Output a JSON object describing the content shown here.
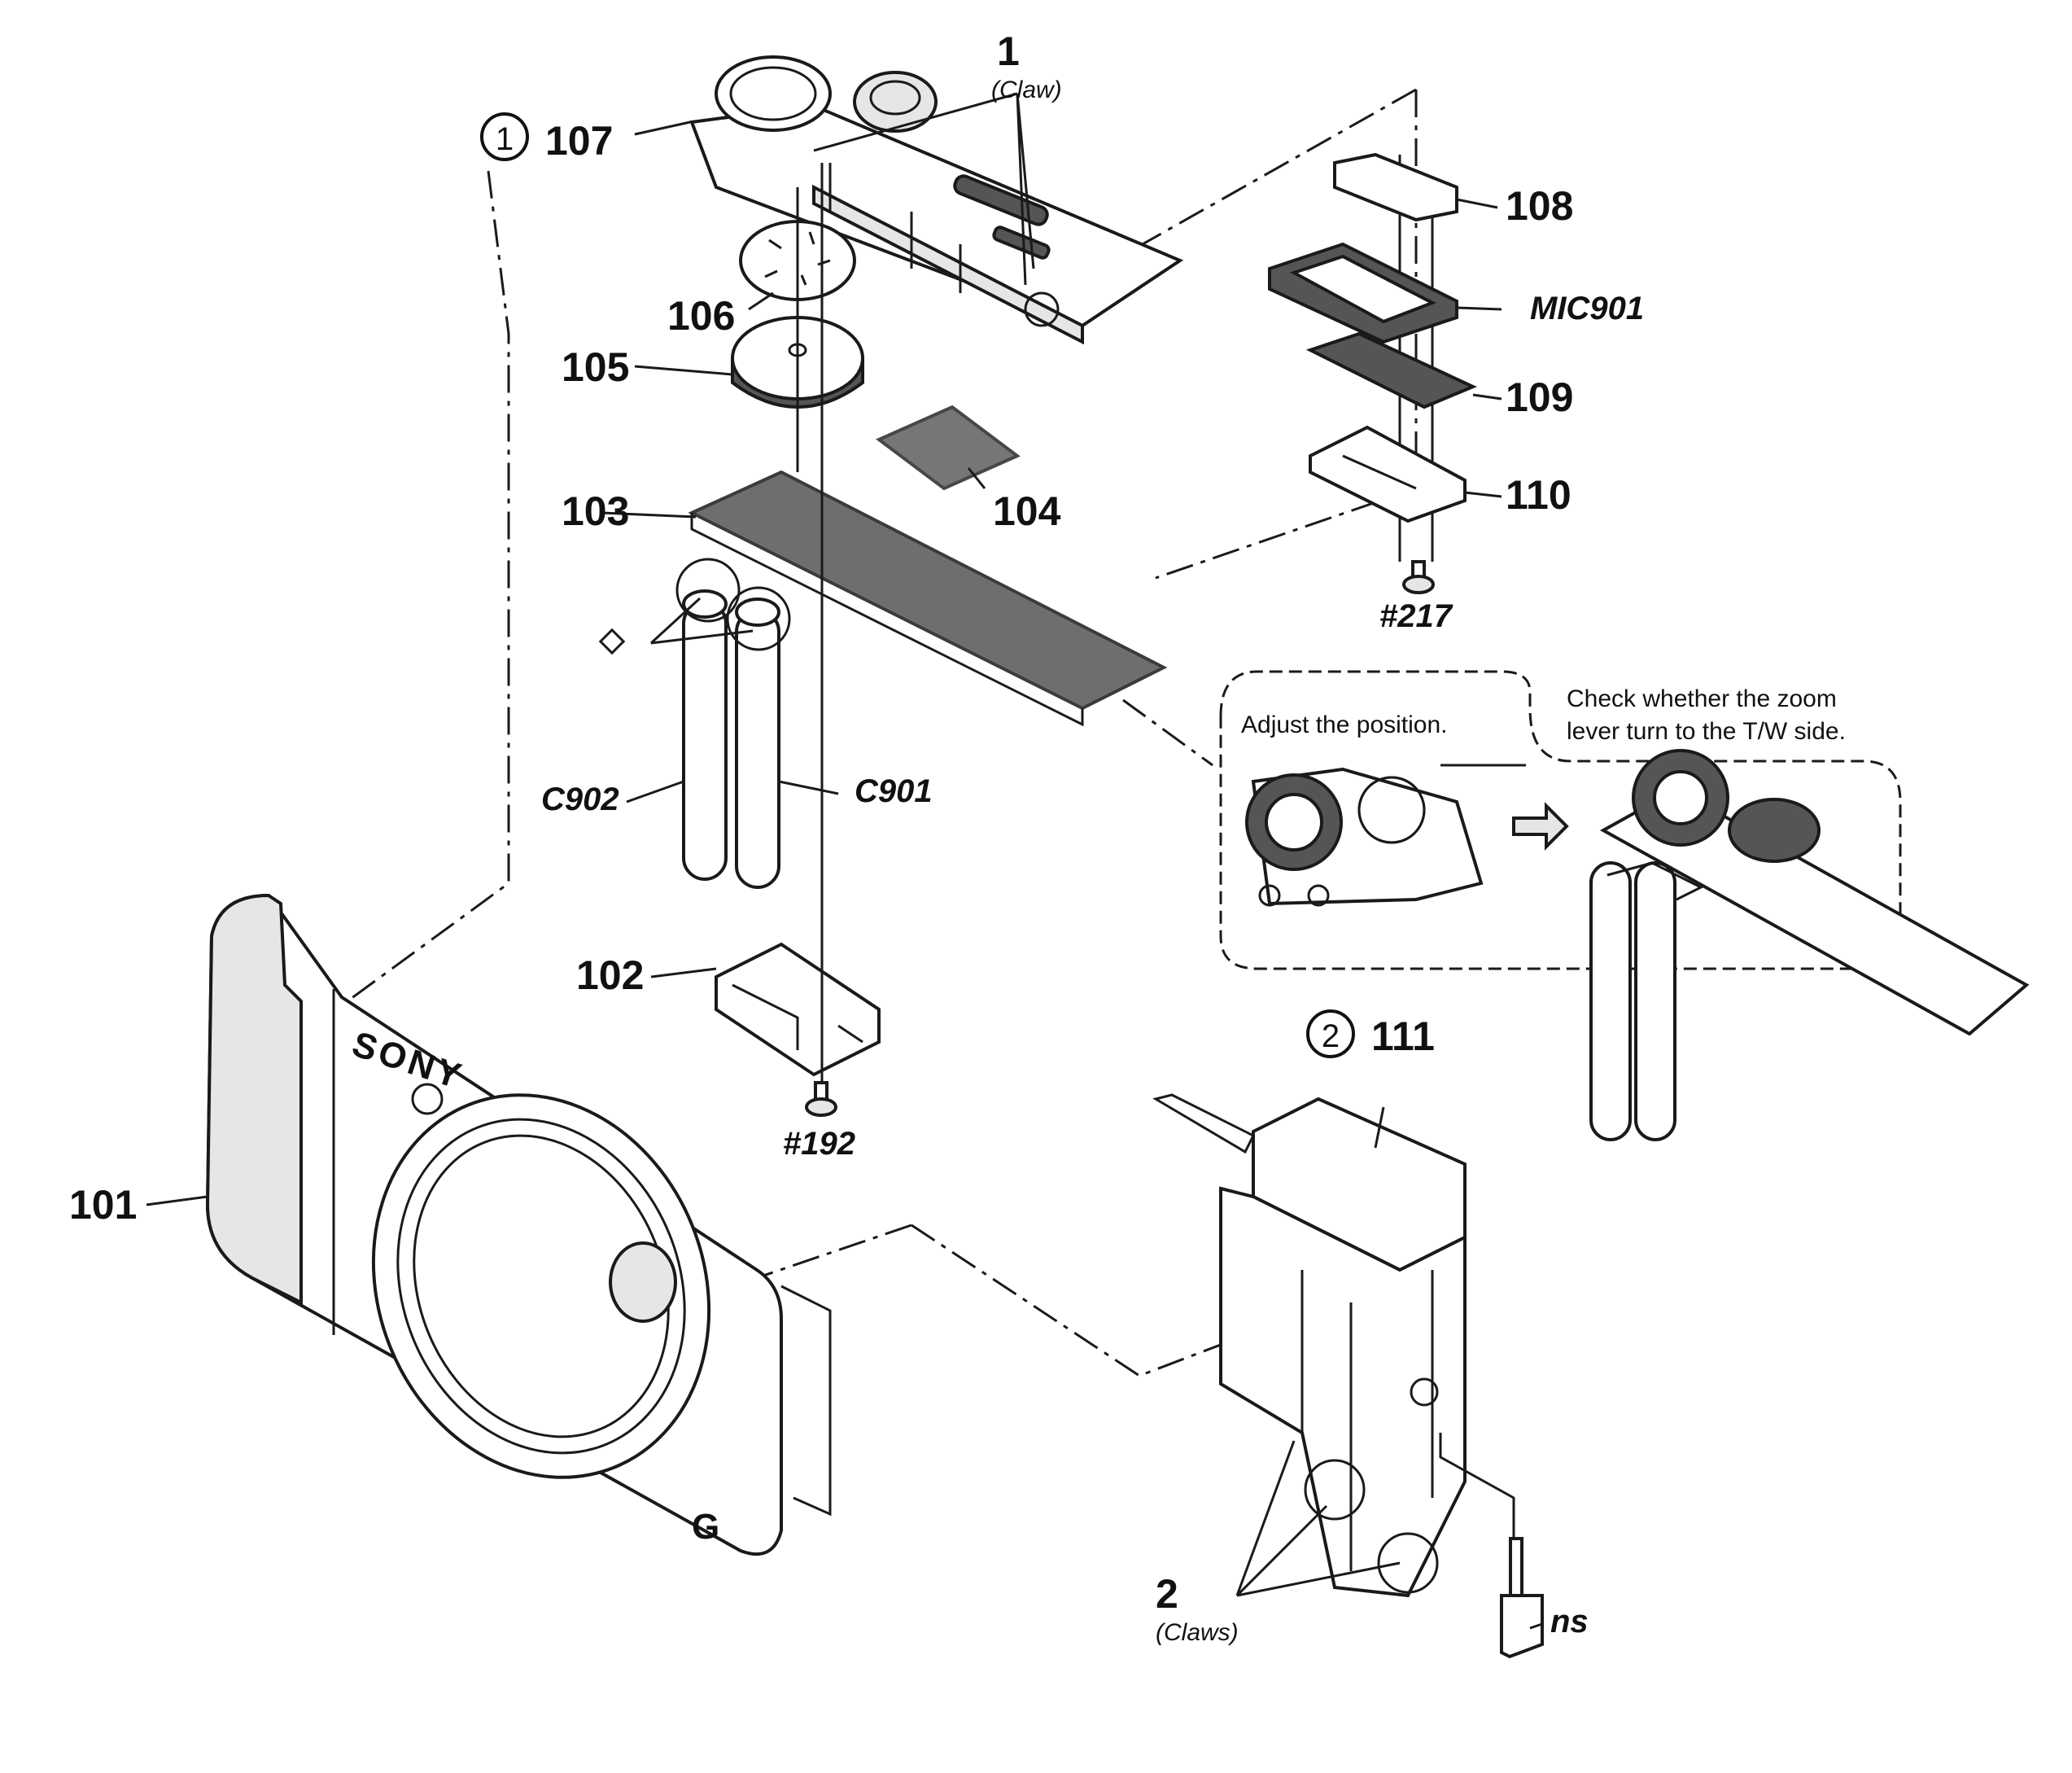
{
  "labels": {
    "p101": "101",
    "p102": "102",
    "p103": "103",
    "p104": "104",
    "p105": "105",
    "p106": "106",
    "p107": "107",
    "p108": "108",
    "p109": "109",
    "p110": "110",
    "p111": "111",
    "mic": "MIC901",
    "c901": "C901",
    "c902": "C902",
    "screw192": "#192",
    "screw217": "#217",
    "ns": "ns",
    "claw1_num": "1",
    "claw1_text": "(Claw)",
    "claw2_num": "2",
    "claw2_text": "(Claws)",
    "step1": "1",
    "step2": "2"
  },
  "callout": {
    "adjust": "Adjust the position.",
    "check_line1": "Check whether the zoom",
    "check_line2": "lever turn to the T/W side."
  },
  "brand": {
    "logo": "SONY",
    "badge": "G"
  }
}
